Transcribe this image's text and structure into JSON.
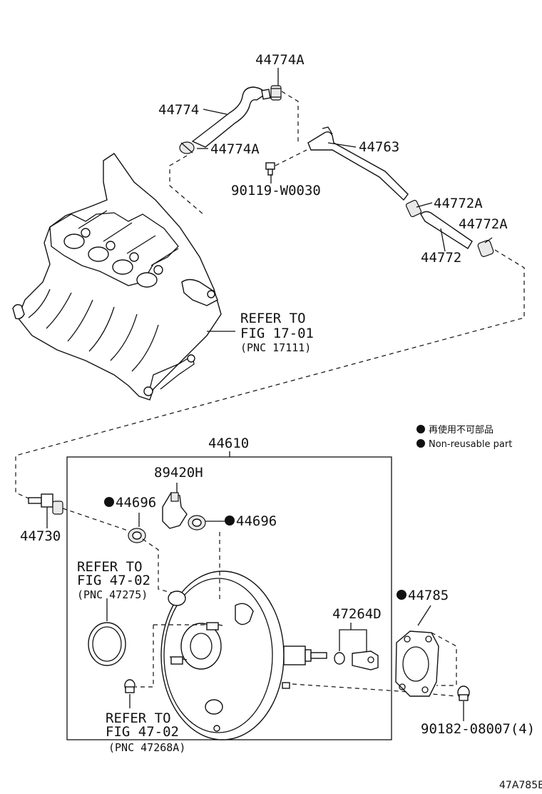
{
  "labels": {
    "p44774A_top": "44774A",
    "p44774": "44774",
    "p44774A_bottom": "44774A",
    "p90119": "90119-W0030",
    "p44763": "44763",
    "p44772A_a": "44772A",
    "p44772A_b": "44772A",
    "p44772": "44772",
    "refer_manifold_1": "REFER TO",
    "refer_manifold_2": "FIG 17-01",
    "refer_manifold_3": "(PNC 17111)",
    "p44610": "44610",
    "p89420H": "89420H",
    "p44696_left": "44696",
    "p44696_right": "44696",
    "p44730": "44730",
    "refer_47275_1": "REFER TO",
    "refer_47275_2": "FIG 47-02",
    "refer_47275_3": "(PNC 47275)",
    "p47264D": "47264D",
    "p44785": "44785",
    "refer_47268_1": "REFER TO",
    "refer_47268_2": "FIG 47-02",
    "refer_47268_3": "(PNC 47268A)",
    "p90182": "90182-08007(4)",
    "diagram_code": "47A785B"
  },
  "legend": {
    "japanese": "再使用不可部品",
    "english": "Non-reusable part"
  }
}
